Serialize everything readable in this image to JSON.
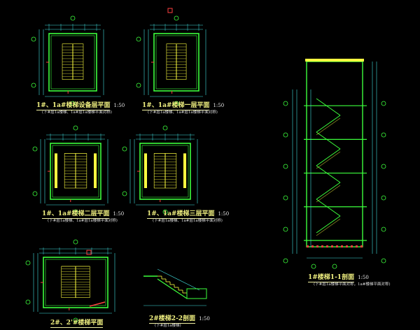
{
  "drawing": {
    "colors": {
      "background": "#000000",
      "wall": "#3cff3c",
      "stair": "#ffff40",
      "dimension": "#40e0e0",
      "axis": "#ff4040",
      "text": "#f0f080"
    },
    "views": [
      {
        "title": "1#、1a#楼梯设备层平面",
        "scale": "1:50",
        "note": "(下#层1a楼梯、1a#层1a楼梯平面对称)"
      },
      {
        "title": "1#、1a#楼梯一层平面",
        "scale": "1:50",
        "note": "(下#层1a楼梯、1a#层1a楼梯平面对称)"
      },
      {
        "title": "1#、1a#楼梯二层平面",
        "scale": "1:50",
        "note": "(下#层1a楼梯、1a#层1a楼梯平面对称)"
      },
      {
        "title": "1#、1a#楼梯三层平面",
        "scale": "1:50",
        "note": "(下#层1a楼梯、1a#层1a楼梯平面对称)"
      },
      {
        "title": "2#、2'#楼梯平面",
        "scale": "",
        "note": ""
      },
      {
        "title": "2#楼梯2-2剖面",
        "scale": "1:50",
        "note": "(下#层1a楼梯)"
      },
      {
        "title": "1#楼梯1-1剖面",
        "scale": "1:50",
        "note": "(下#层1a楼梯平面对称，1a#楼梯平面对称)"
      }
    ]
  }
}
